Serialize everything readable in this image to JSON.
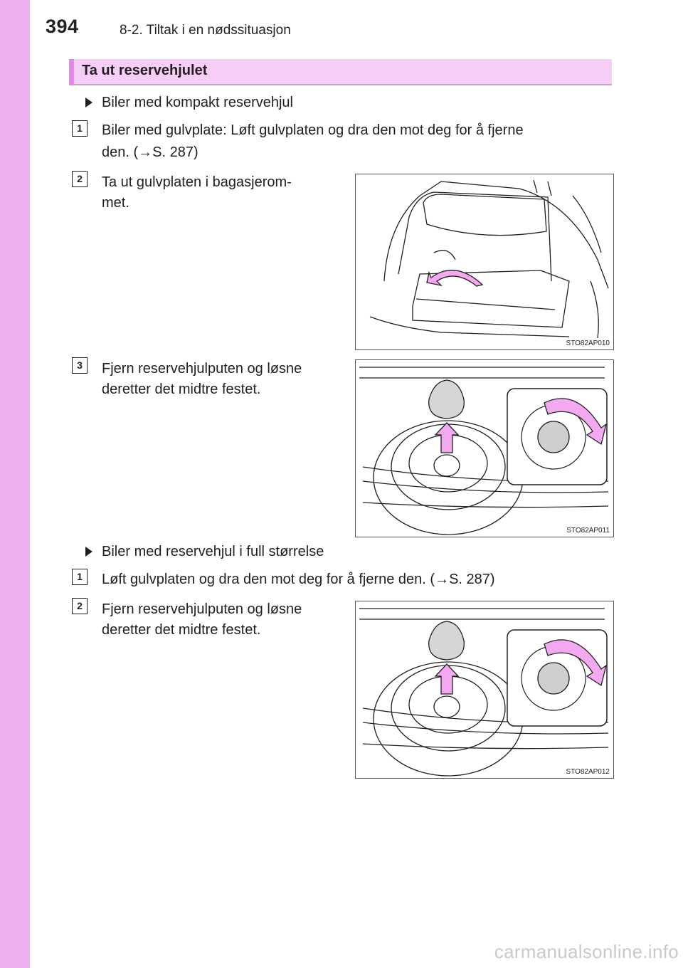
{
  "page": {
    "number": "394",
    "section": "8-2. Tiltak i en nødssituasjon",
    "watermark": "carmanualsonline.info"
  },
  "heading": "Ta ut reservehjulet",
  "compact": {
    "title": "Biler med kompakt reservehjul",
    "steps": [
      {
        "num": "1",
        "line1": "Biler med gulvplate: Løft gulvplaten og dra den mot deg for å fjerne",
        "line2": "den. (→S. 287)"
      },
      {
        "num": "2",
        "line1": "Ta  ut  gulvplaten  i  bagasjerom-",
        "line2": "met."
      },
      {
        "num": "3",
        "line1": "Fjern reservehjulputen og løsne",
        "line2": "deretter det midtre festet."
      }
    ]
  },
  "fullsize": {
    "title": "Biler med reservehjul i full størrelse",
    "steps": [
      {
        "num": "1",
        "line1": "Løft gulvplaten og dra den mot deg for å fjerne den. (→S. 287)"
      },
      {
        "num": "2",
        "line1": "Fjern reservehjulputen og løsne",
        "line2": "deretter det midtre festet."
      }
    ]
  },
  "figures": [
    {
      "code": "STO82AP010",
      "icon": "trunk-floor-board-illustration"
    },
    {
      "code": "STO82AP011",
      "icon": "spare-wheel-center-fastener-illustration"
    },
    {
      "code": "STO82AP012",
      "icon": "spare-wheel-center-fastener-illustration"
    }
  ],
  "colors": {
    "sidebar": "#eeb1f0",
    "heading_bg": "#f6cdf6",
    "arrow": "#f3a9ef"
  }
}
